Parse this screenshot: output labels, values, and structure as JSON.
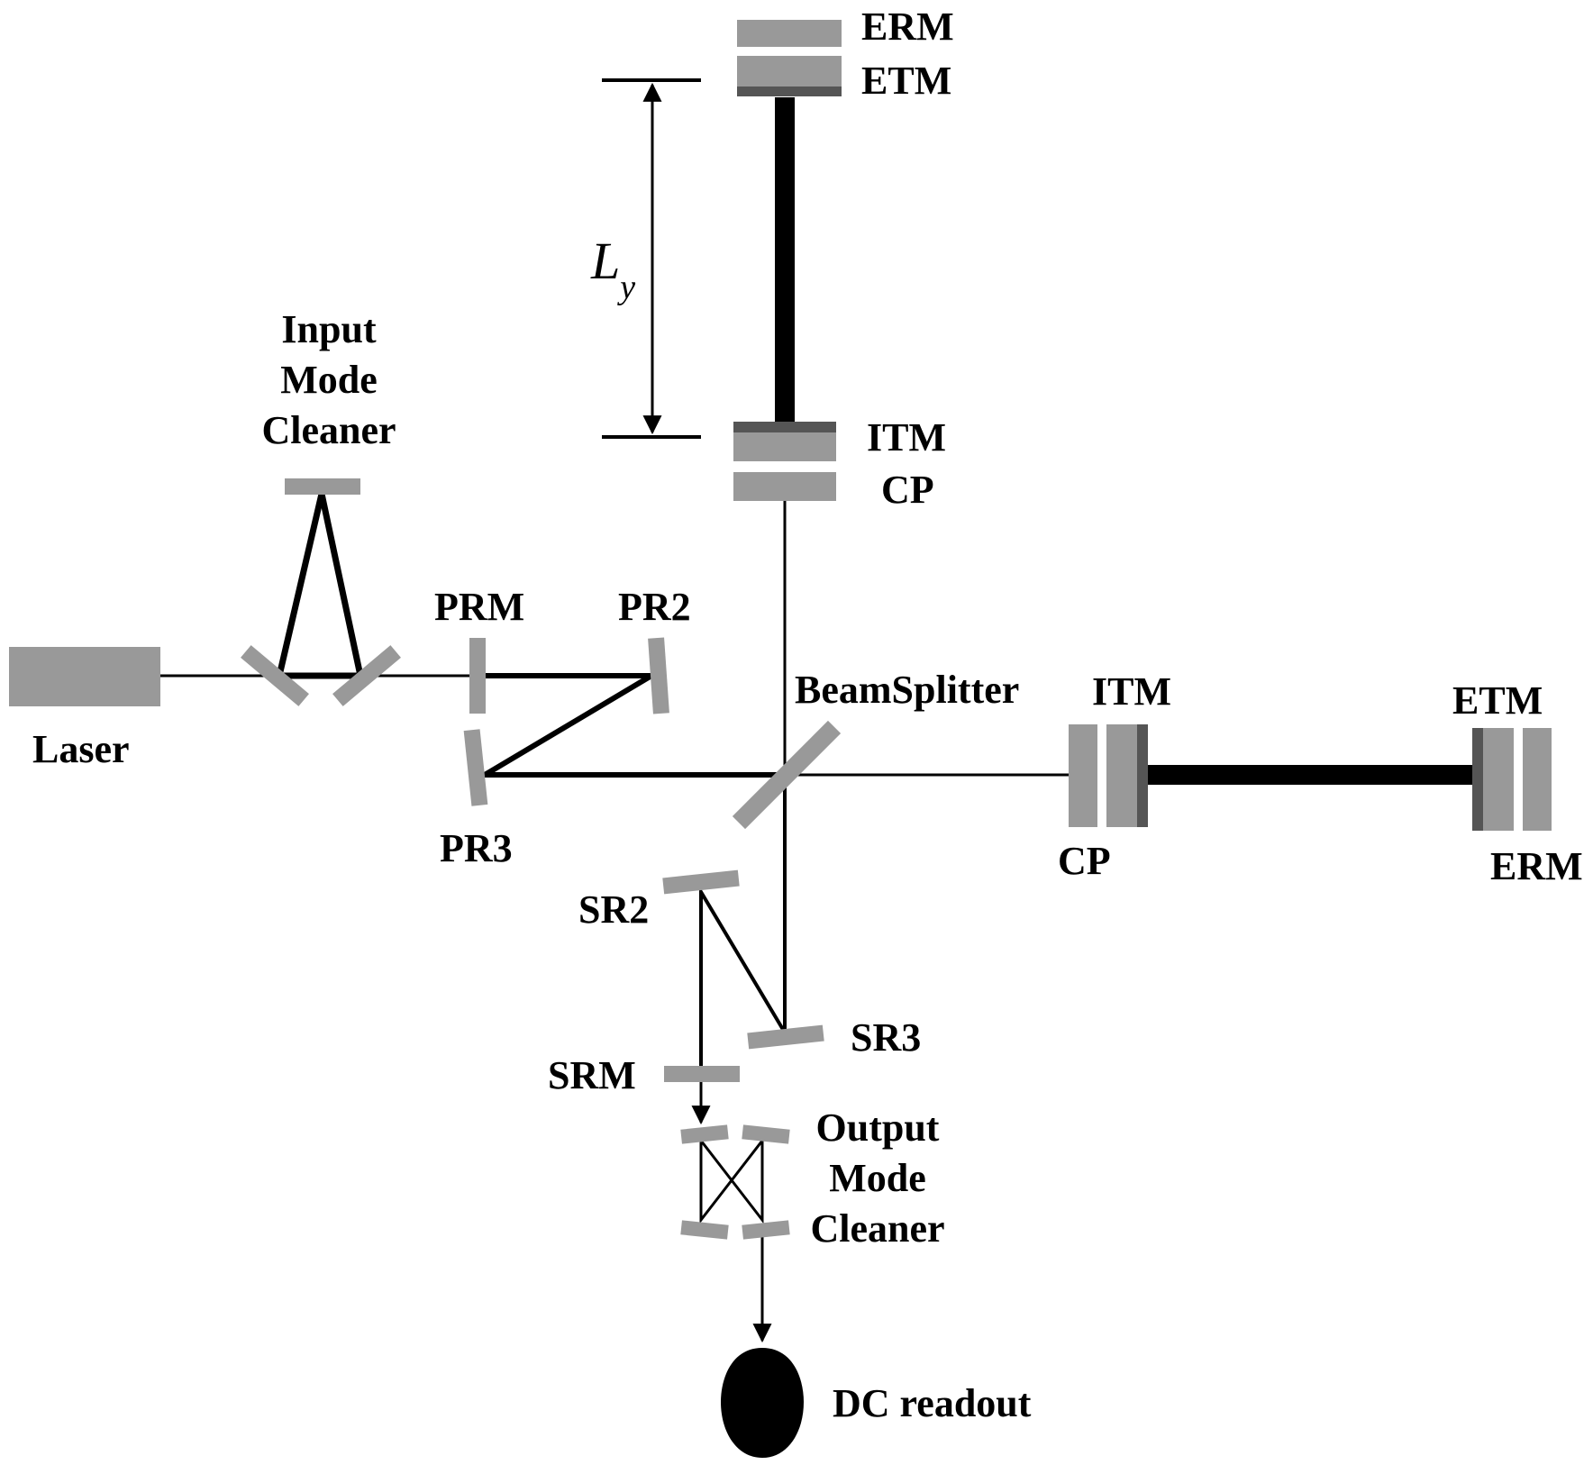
{
  "labels": {
    "y_erm": "ERM",
    "y_etm": "ETM",
    "arm_length_symbol": "L",
    "arm_length_subscript": "y",
    "y_itm": "ITM",
    "y_cp": "CP",
    "imc_line1": "Input",
    "imc_line2": "Mode",
    "imc_line3": "Cleaner",
    "prm": "PRM",
    "pr2": "PR2",
    "pr3": "PR3",
    "laser": "Laser",
    "beamsplitter": "BeamSplitter",
    "x_itm": "ITM",
    "x_cp": "CP",
    "x_etm": "ETM",
    "x_erm": "ERM",
    "sr2": "SR2",
    "sr3": "SR3",
    "srm": "SRM",
    "omc_line1": "Output",
    "omc_line2": "Mode",
    "omc_line3": "Cleaner",
    "dc_readout": "DC readout"
  },
  "colors": {
    "optic": "#999999",
    "coating": "#555555",
    "beam": "#000000",
    "background": "#ffffff"
  }
}
